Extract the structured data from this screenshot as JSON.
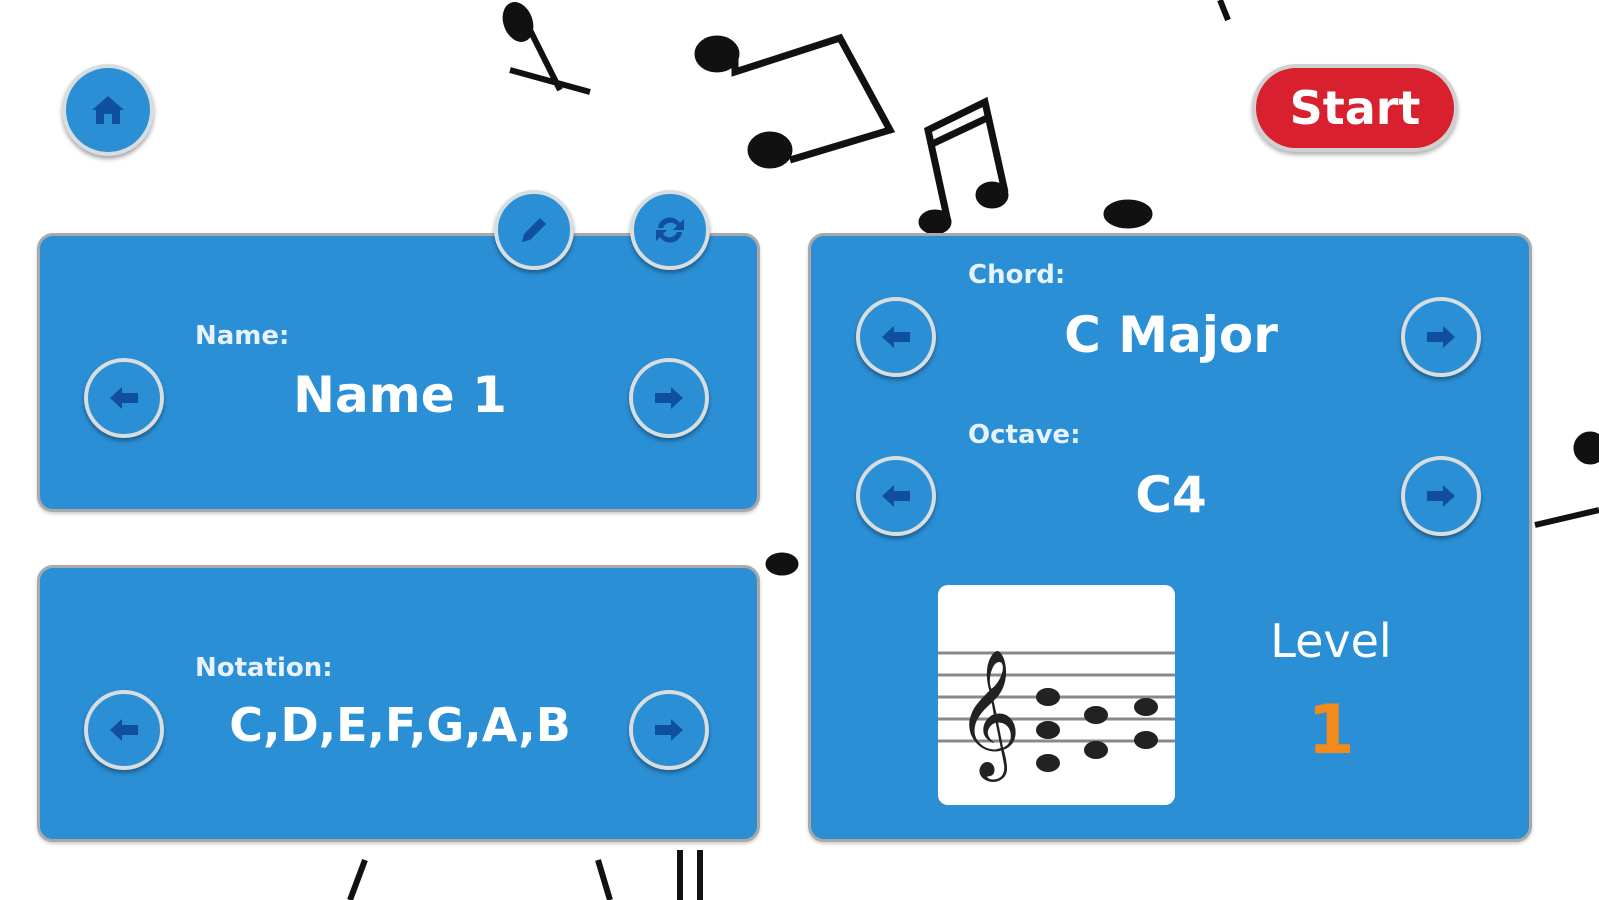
{
  "header": {
    "start_label": "Start"
  },
  "name_panel": {
    "label": "Name:",
    "value": "Name 1"
  },
  "notation_panel": {
    "label": "Notation:",
    "value": "C,D,E,F,G,A,B"
  },
  "chord_panel": {
    "chord_label": "Chord:",
    "chord_value": "C Major",
    "octave_label": "Octave:",
    "octave_value": "C4",
    "level_label": "Level",
    "level_value": "1"
  },
  "colors": {
    "panel": "#2b8fd6",
    "icon": "#0f4f9e",
    "start": "#d8202e",
    "level": "#f28a1c"
  }
}
